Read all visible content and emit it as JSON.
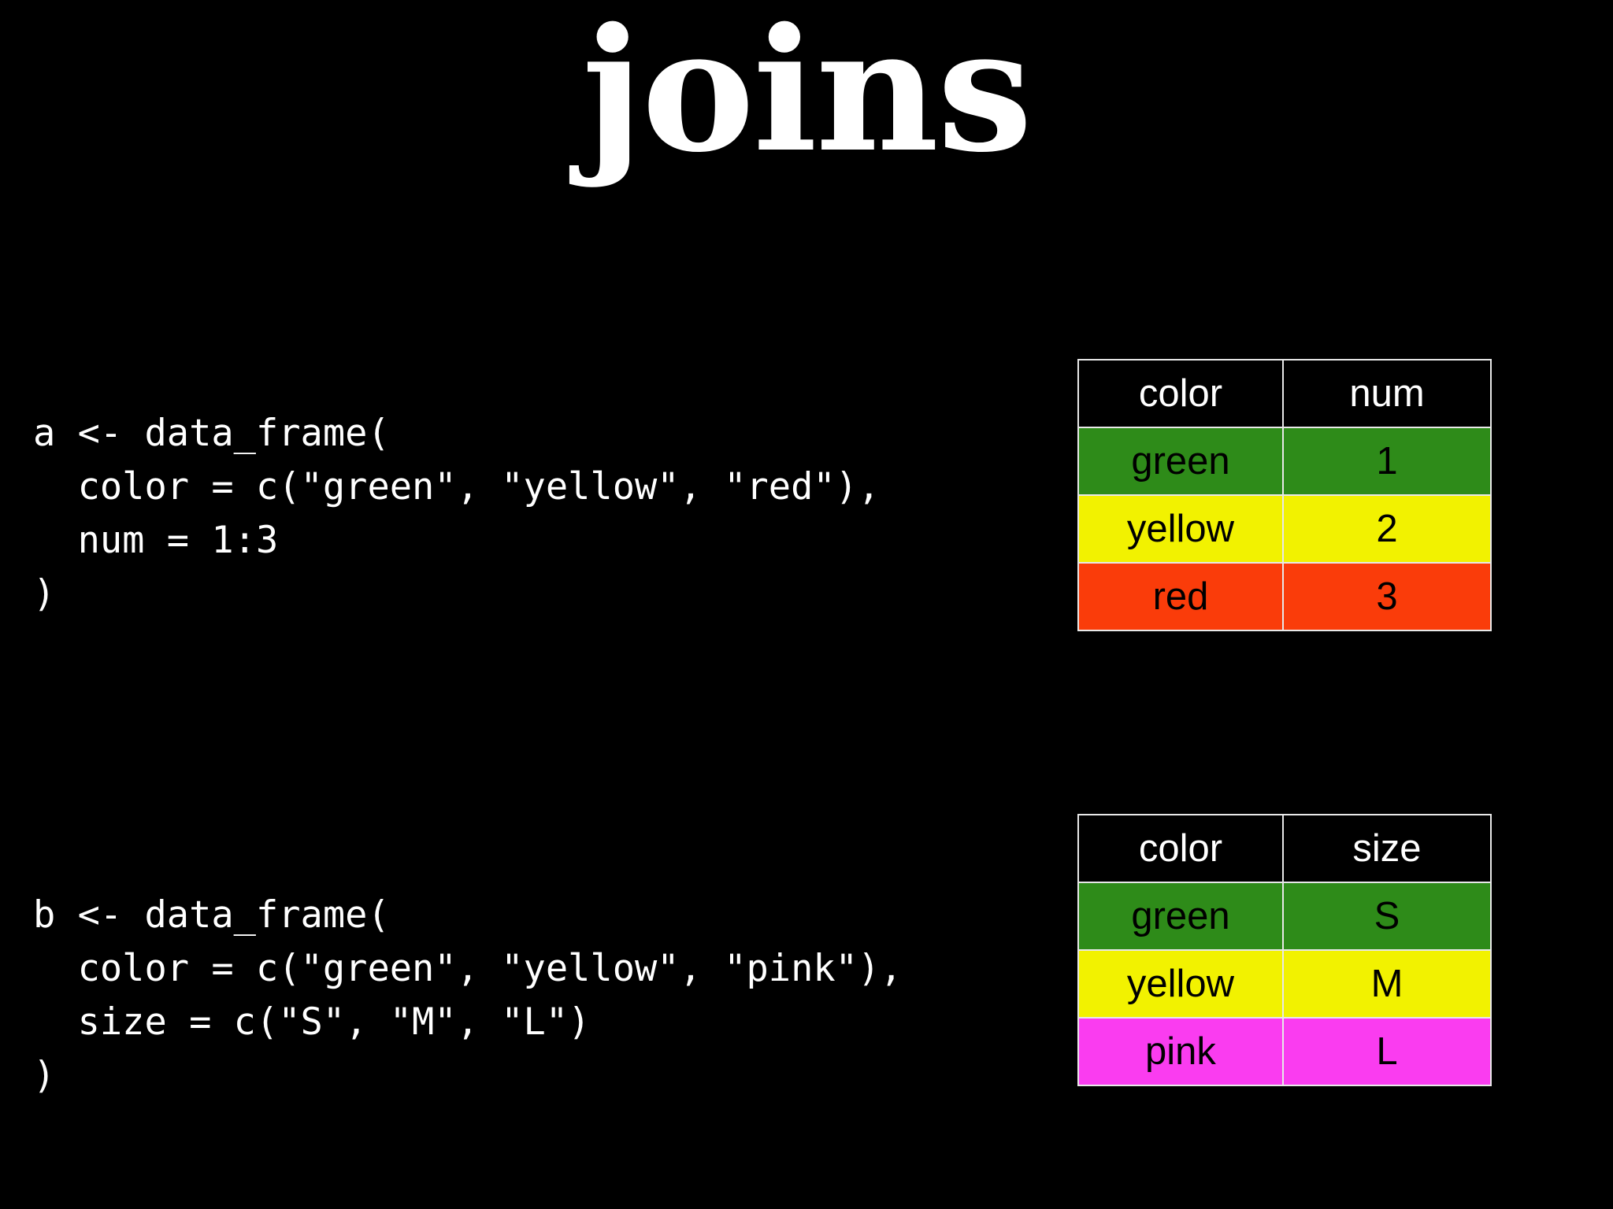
{
  "slide": {
    "title": "joins",
    "background_color": "#000000",
    "text_color": "#ffffff"
  },
  "code_blocks": [
    {
      "id": "a",
      "lines": [
        "a <- data_frame(",
        "  color = c(\"green\", \"yellow\", \"red\"),",
        "  num = 1:3",
        ")"
      ]
    },
    {
      "id": "b",
      "lines": [
        "b <- data_frame(",
        "  color = c(\"green\", \"yellow\", \"pink\"),",
        "  size = c(\"S\", \"M\", \"L\")",
        ")"
      ]
    }
  ],
  "tables": [
    {
      "id": "a",
      "headers": [
        "color",
        "num"
      ],
      "rows": [
        {
          "color": "green",
          "value": "1",
          "bg": "#2e8b19"
        },
        {
          "color": "yellow",
          "value": "2",
          "bg": "#f2f200"
        },
        {
          "color": "red",
          "value": "3",
          "bg": "#fa3c0a"
        }
      ]
    },
    {
      "id": "b",
      "headers": [
        "color",
        "size"
      ],
      "rows": [
        {
          "color": "green",
          "value": "S",
          "bg": "#2e8b19"
        },
        {
          "color": "yellow",
          "value": "M",
          "bg": "#f2f200"
        },
        {
          "color": "pink",
          "value": "L",
          "bg": "#fa3cf0"
        }
      ]
    }
  ],
  "palette": {
    "green": "#2e8b19",
    "yellow": "#f2f200",
    "red": "#fa3c0a",
    "pink": "#fa3cf0",
    "border": "#e8e8e8",
    "background": "#000000",
    "foreground": "#ffffff"
  }
}
